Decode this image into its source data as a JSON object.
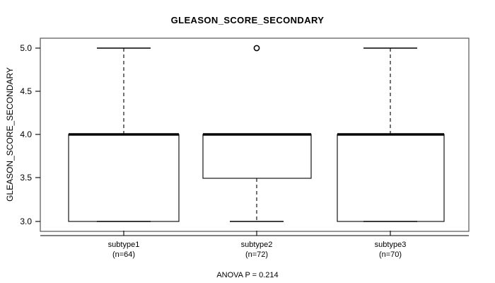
{
  "chart_data": {
    "type": "box",
    "title": "GLEASON_SCORE_SECONDARY",
    "xlabel": "",
    "ylabel": "GLEASON_SCORE_SECONDARY",
    "ylim": [
      2.88,
      5.1
    ],
    "yticks": [
      "3.0",
      "3.5",
      "4.0",
      "4.5",
      "5.0"
    ],
    "ytick_values": [
      3.0,
      3.5,
      4.0,
      4.5,
      5.0
    ],
    "grid": false,
    "legend": "none",
    "annotation": "ANOVA P = 0.214",
    "categories": [
      "subtype1",
      "subtype2",
      "subtype3"
    ],
    "category_counts": [
      "(n=64)",
      "(n=72)",
      "(n=70)"
    ],
    "boxes": [
      {
        "name": "subtype1",
        "n": 64,
        "whisker_low": 3.0,
        "q1": 3.0,
        "median": 4.0,
        "q3": 4.0,
        "whisker_high": 5.0,
        "outliers": []
      },
      {
        "name": "subtype2",
        "n": 72,
        "whisker_low": 3.0,
        "q1": 3.5,
        "median": 4.0,
        "q3": 4.0,
        "whisker_high": 4.0,
        "outliers": [
          5.0
        ]
      },
      {
        "name": "subtype3",
        "n": 70,
        "whisker_low": 3.0,
        "q1": 3.0,
        "median": 4.0,
        "q3": 4.0,
        "whisker_high": 5.0,
        "outliers": []
      }
    ]
  },
  "colors": {
    "line": "#000000",
    "frame": "#555555",
    "background": "#ffffff"
  }
}
